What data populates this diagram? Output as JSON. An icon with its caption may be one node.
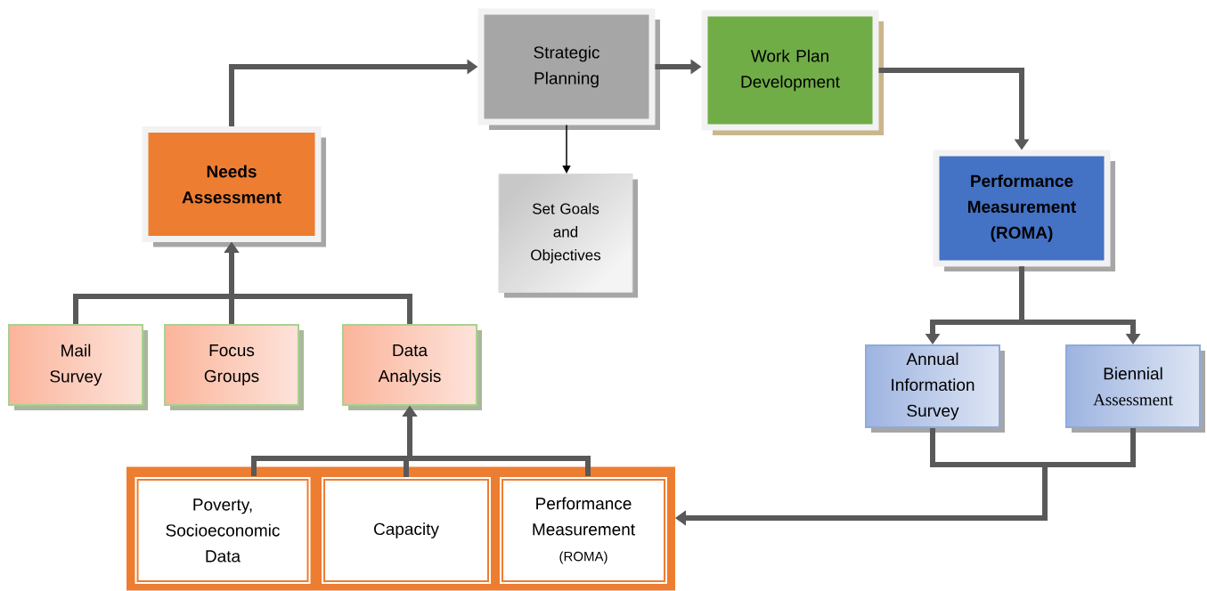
{
  "diagram": {
    "nodes": [
      {
        "text": [
          "Needs Assessment"
        ]
      },
      {
        "text": [
          "Strategic Planning"
        ]
      },
      {
        "text": [
          "Work Plan Development"
        ]
      },
      {
        "text": [
          "Set Goals and Objectives"
        ]
      },
      {
        "text": [
          "Performance Measurement (ROMA)"
        ]
      },
      {
        "text": [
          "Mail Survey"
        ]
      },
      {
        "text": [
          "Focus Groups"
        ]
      },
      {
        "text": [
          "Data Analysis"
        ]
      },
      {
        "text": [],
        "shape": "box"
      },
      {
        "text": [
          "Poverty, Socioeconomic Data"
        ],
        "in": 8
      },
      {
        "text": [
          "Capacity"
        ],
        "in": 8
      },
      {
        "text": [
          "Performance Measurement",
          "(ROMA)"
        ],
        "in": 8
      },
      {
        "text": [
          "Annual Information Survey"
        ]
      },
      {
        "text": [
          "Biennial",
          "Assessment"
        ]
      }
    ],
    "edges": [
      {
        "from": 0,
        "to": 1,
        "arrow": "to"
      },
      {
        "from": 1,
        "to": 2,
        "arrow": "to"
      },
      {
        "from": 2,
        "to": 4,
        "arrow": "to"
      },
      {
        "from": 1,
        "to": 3,
        "arrow": "to",
        "color": "#000000"
      },
      {
        "from": 5,
        "to": 0,
        "arrow": "to"
      },
      {
        "from": 6,
        "to": 0,
        "arrow": "to"
      },
      {
        "from": 7,
        "to": 0,
        "arrow": "to"
      },
      {
        "from": 9,
        "to": 7,
        "arrow": "to"
      },
      {
        "from": 10,
        "to": 7,
        "arrow": "to"
      },
      {
        "from": 11,
        "to": 7,
        "arrow": "to"
      },
      {
        "from": 4,
        "to": 12,
        "arrow": "to"
      },
      {
        "from": 4,
        "to": 13,
        "arrow": "to"
      },
      {
        "from": 12,
        "to": 8,
        "arrow": "to"
      },
      {
        "from": 13,
        "to": 8,
        "arrow": "to"
      }
    ]
  }
}
